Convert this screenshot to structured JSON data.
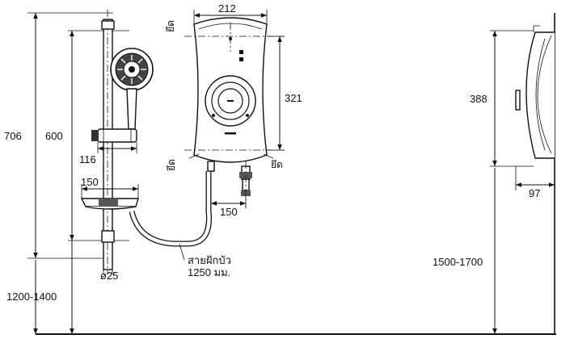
{
  "dimensions": {
    "heater_width": "212",
    "heater_height": "321",
    "side_height": "388",
    "side_depth": "97",
    "rail_total": "706",
    "rail_holes": "600",
    "holder": "116",
    "soap_dish": "150",
    "outlet_offset": "150",
    "pipe_diameter": "ø25",
    "rail_mount_height": "1200-1400",
    "heater_mount_height": "1500-1700"
  },
  "labels": {
    "fix_top": "ยึด",
    "fix_bottom_left": "ยึด",
    "fix_bottom_right": "ยึด",
    "hose_line1": "สายฝักบัว",
    "hose_line2": "1250 มม."
  }
}
